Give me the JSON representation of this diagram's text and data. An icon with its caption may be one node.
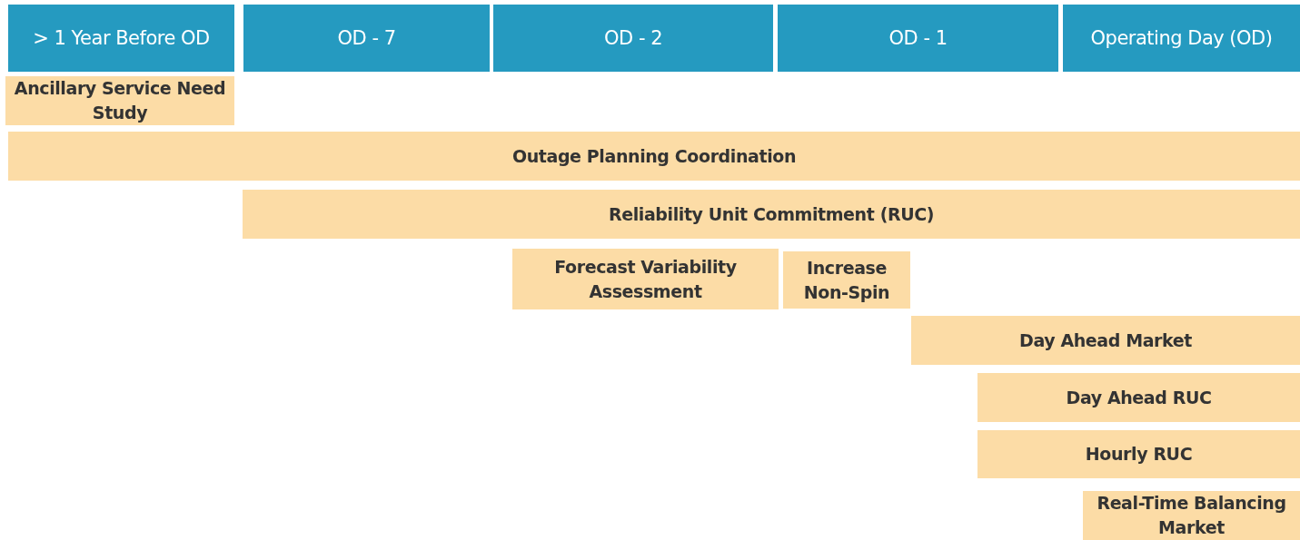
{
  "diagram": {
    "nodes": [
      {
        "text": [
          "> 1 Year Before OD"
        ]
      },
      {
        "text": [
          "OD - 7"
        ]
      },
      {
        "text": [
          "OD - 2"
        ]
      },
      {
        "text": [
          "OD - 1"
        ]
      },
      {
        "text": [
          "Operating Day (OD)"
        ]
      },
      {
        "text": [
          "Ancillary Service Need Study"
        ]
      },
      {
        "text": [
          "Outage Planning Coordination"
        ]
      },
      {
        "text": [
          "Reliability Unit Commitment (RUC)"
        ]
      },
      {
        "text": [
          "Forecast Variability Assessment"
        ]
      },
      {
        "text": [
          "Increase Non-Spin"
        ]
      },
      {
        "text": [
          "Day Ahead Market"
        ]
      },
      {
        "text": [
          "Day Ahead RUC"
        ]
      },
      {
        "text": [
          "Hourly RUC"
        ]
      },
      {
        "text": [
          "Real-Time Balancing Market"
        ]
      }
    ]
  }
}
